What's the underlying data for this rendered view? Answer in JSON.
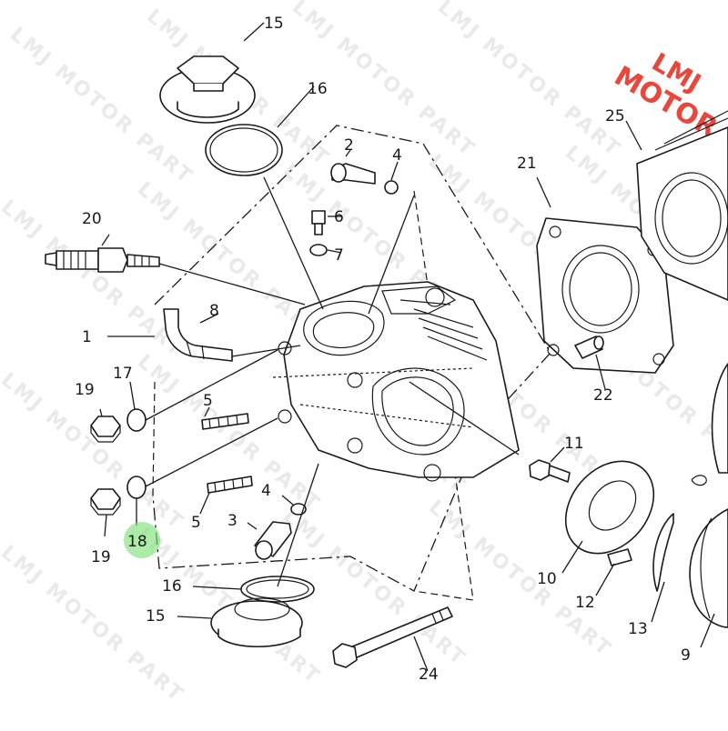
{
  "logo": {
    "line1": "LMJ",
    "line2": "MOTOR"
  },
  "watermark": "LMJ MOTOR PART",
  "highlight_color": "#7fe07a",
  "logo_color": "#e8473c",
  "callouts": {
    "c1": "1",
    "c2": "2",
    "c3": "3",
    "c4a": "4",
    "c4b": "4",
    "c5a": "5",
    "c5b": "5",
    "c6": "6",
    "c7": "7",
    "c8": "8",
    "c9": "9",
    "c10": "10",
    "c11": "11",
    "c12": "12",
    "c13": "13",
    "c15a": "15",
    "c15b": "15",
    "c16a": "16",
    "c16b": "16",
    "c17": "17",
    "c18": "18",
    "c19a": "19",
    "c19b": "19",
    "c20": "20",
    "c21": "21",
    "c22": "22",
    "c24": "24",
    "c25": "25"
  }
}
